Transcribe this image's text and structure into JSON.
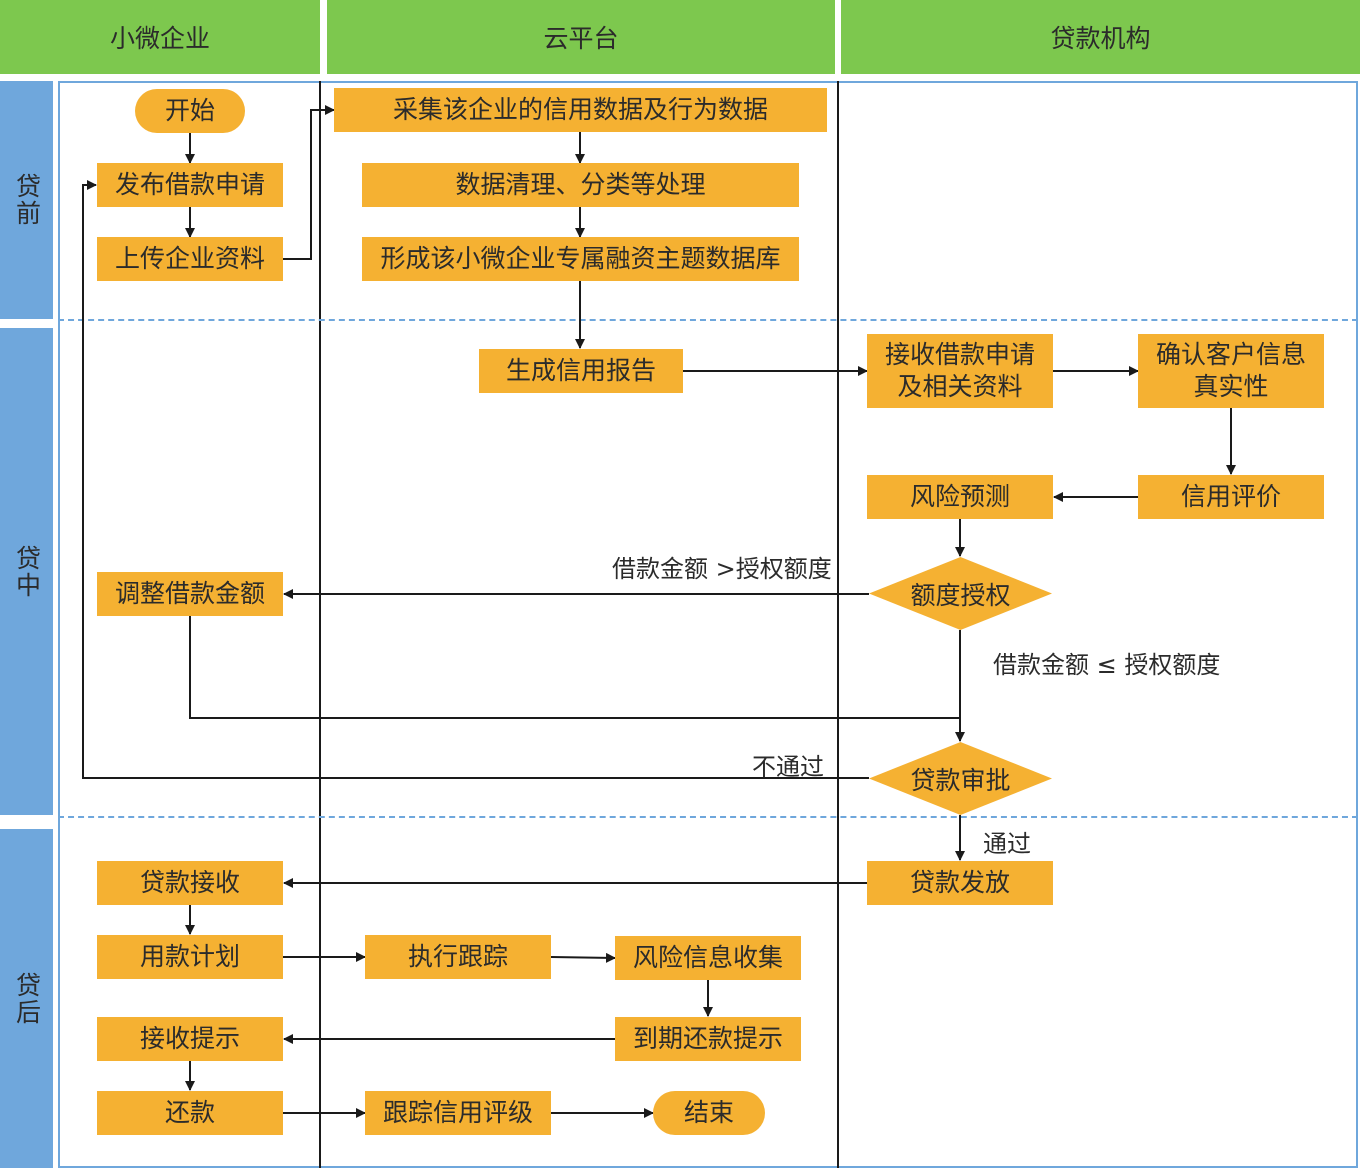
{
  "lanes": {
    "enterprise": "小微企业",
    "platform": "云平台",
    "lender": "贷款机构"
  },
  "phases": {
    "pre": "贷前",
    "mid": "贷中",
    "post": "贷后"
  },
  "nodes": {
    "start": "开始",
    "publish_request": "发布借款申请",
    "upload_docs": "上传企业资料",
    "collect_data": "采集该企业的信用数据及行为数据",
    "clean_data": "数据清理、分类等处理",
    "build_db": "形成该小微企业专属融资主题数据库",
    "gen_report": "生成信用报告",
    "receive_request": "接收借款申请\n及相关资料",
    "confirm_info": "确认客户信息\n真实性",
    "credit_eval": "信用评价",
    "risk_predict": "风险预测",
    "quota_auth": "额度授权",
    "adjust_amount": "调整借款金额",
    "loan_approval": "贷款审批",
    "loan_issue": "贷款发放",
    "loan_receive": "贷款接收",
    "usage_plan": "用款计划",
    "exec_track": "执行跟踪",
    "risk_collect": "风险信息收集",
    "due_reminder": "到期还款提示",
    "receive_reminder": "接收提示",
    "repay": "还款",
    "track_rating": "跟踪信用评级",
    "end": "结束"
  },
  "edge_labels": {
    "over_quota": "借款金额 >授权额度",
    "within_quota": "借款金额 ≤ 授权额度",
    "rejected": "不通过",
    "approved": "通过"
  },
  "colors": {
    "header_green": "#7dc84e",
    "phase_blue": "#6fa7dc",
    "node_orange": "#f5b132"
  }
}
